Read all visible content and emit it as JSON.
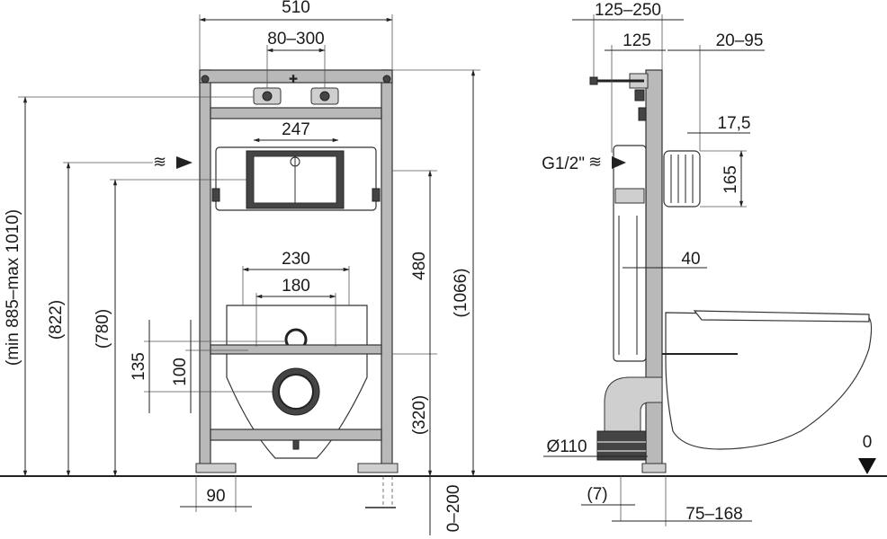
{
  "front": {
    "width": "510",
    "rail_spacing": "80–300",
    "button_width": "247",
    "bolt_outer": "230",
    "bolt_inner": "180",
    "height_range": "(min 885–max 1010)",
    "inlet_height": "(822)",
    "button_height": "(780)",
    "bolt_to_drain": "135",
    "drain_offset": "100",
    "tank_depth": "480",
    "total_height": "(1066)",
    "drain_height": "(320)",
    "foot_width": "90",
    "foot_extension": "0–200"
  },
  "side": {
    "depth_range": "125–250",
    "depth": "125",
    "button_depth": "20–95",
    "button_offset": "17,5",
    "button_height": "165",
    "inlet": "G1/2\"",
    "frame_thickness": "40",
    "drain_diameter": "Ø110",
    "gap": "(7)",
    "bowl_offset": "75–168",
    "floor_level": "0"
  },
  "colors": {
    "frame": "#b9b9b9",
    "dark": "#444444",
    "line": "#222222"
  }
}
